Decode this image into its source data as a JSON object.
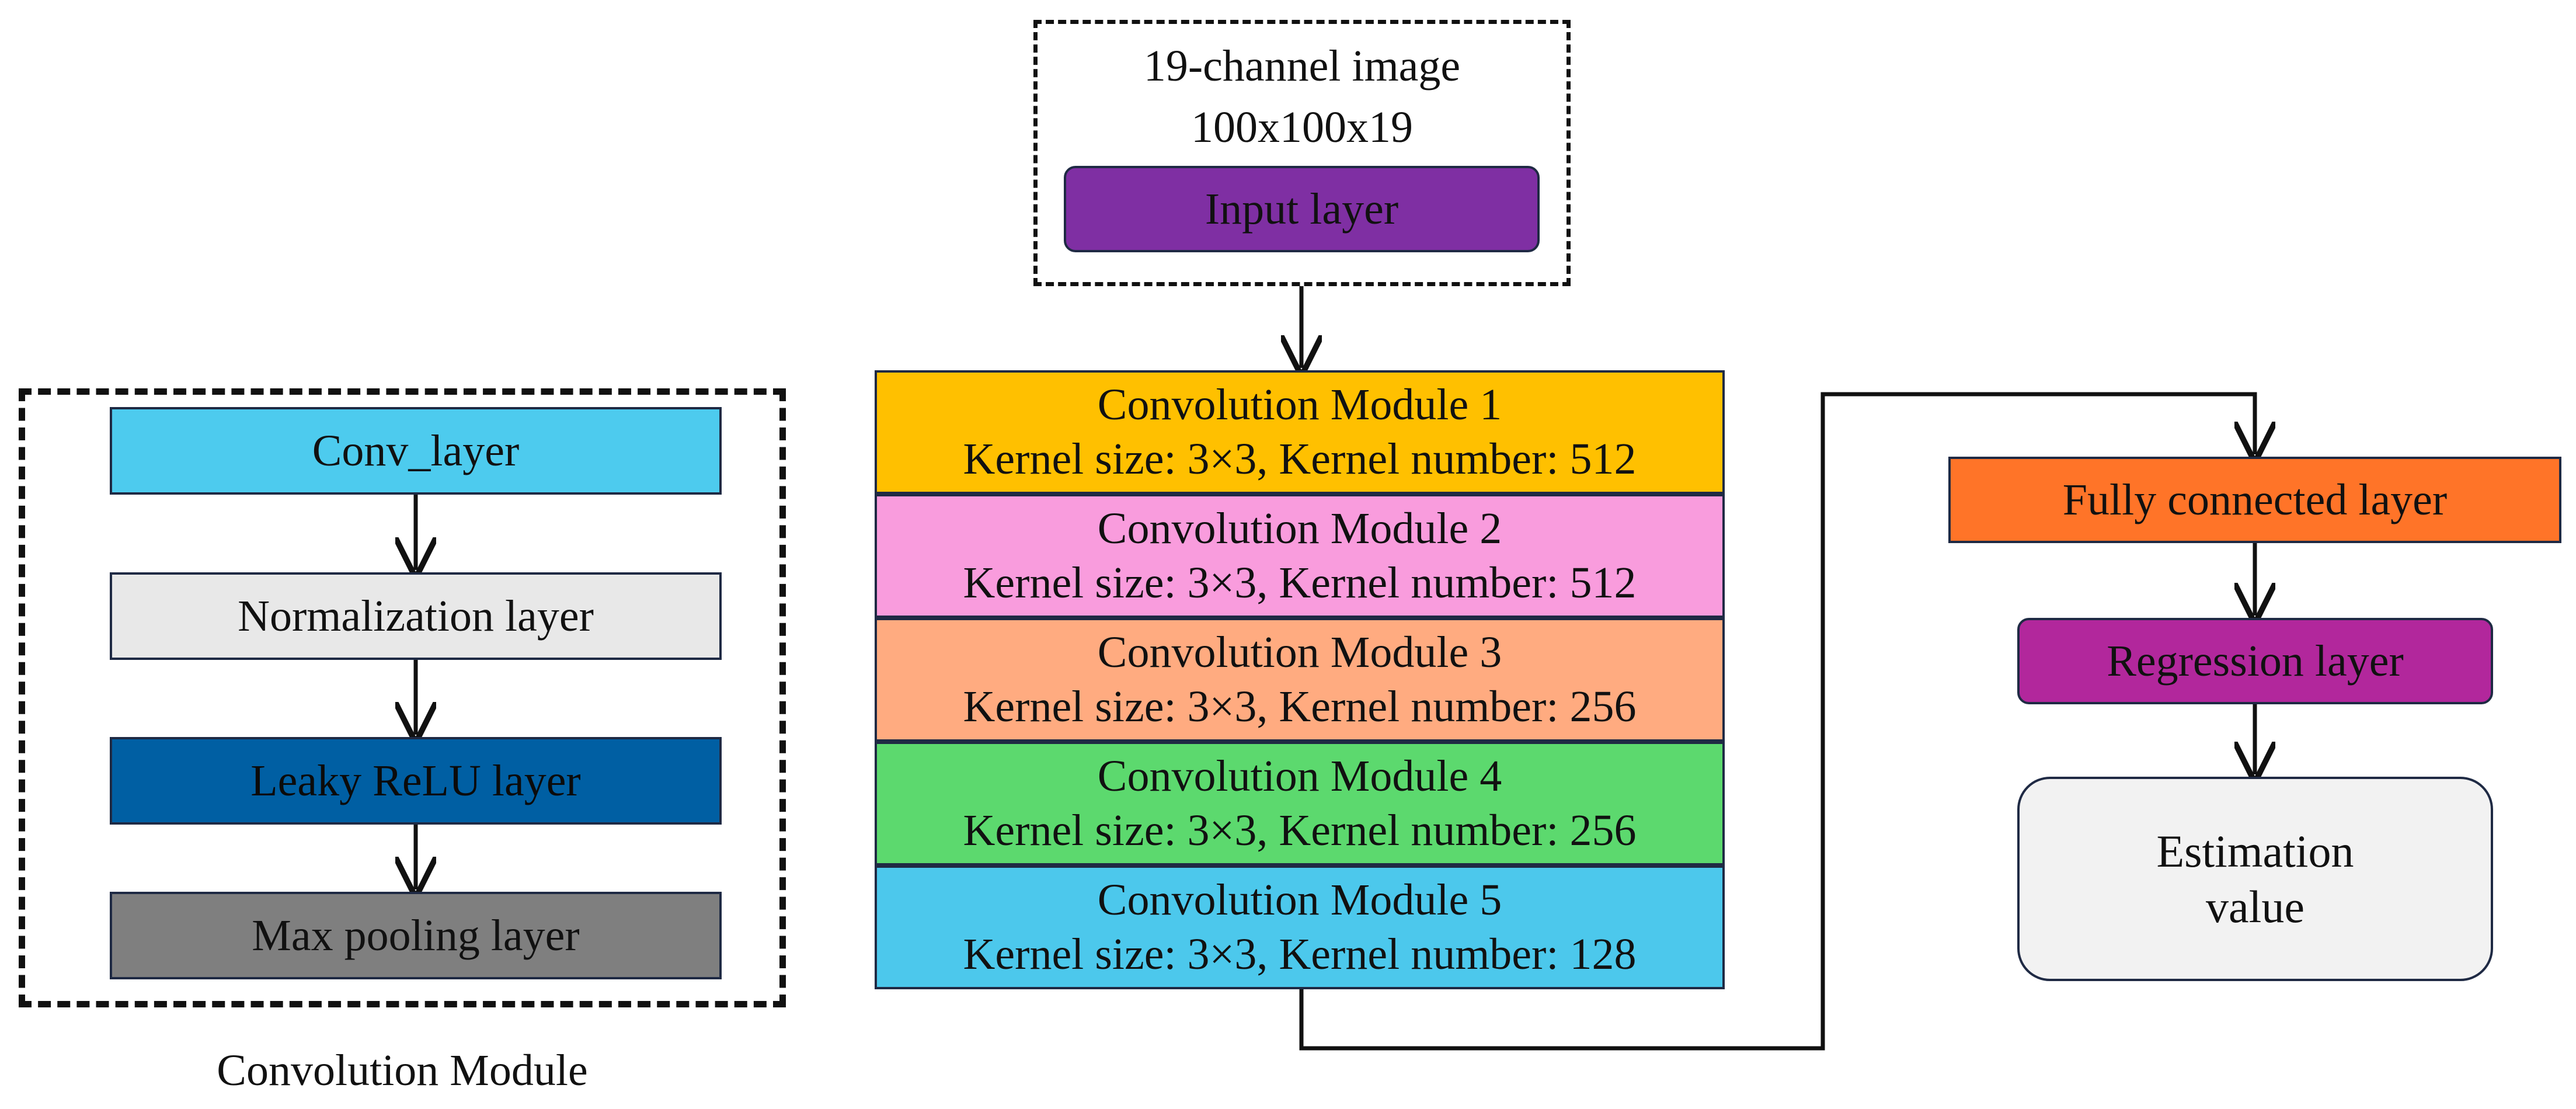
{
  "input": {
    "caption_line1": "19-channel image",
    "caption_line2": "100x100x19",
    "label": "Input layer"
  },
  "modules": [
    {
      "title": "Convolution Module 1",
      "detail": "Kernel size: 3×3, Kernel number: 512",
      "color": "#FFC000"
    },
    {
      "title": "Convolution Module 2",
      "detail": "Kernel size: 3×3, Kernel number: 512",
      "color": "#F99CDD"
    },
    {
      "title": "Convolution Module 3",
      "detail": "Kernel size: 3×3, Kernel number: 256",
      "color": "#FFAB80"
    },
    {
      "title": "Convolution Module 4",
      "detail": "Kernel size: 3×3, Kernel number: 256",
      "color": "#5CD96E"
    },
    {
      "title": "Convolution Module 5",
      "detail": "Kernel size: 3×3, Kernel number: 128",
      "color": "#4CC8EC"
    }
  ],
  "legend": {
    "caption": "Convolution Module",
    "layers": [
      {
        "label": "Conv_layer",
        "color": "#4DCBEE",
        "text_color": "#111111"
      },
      {
        "label": "Normalization layer",
        "color": "#E8E8E8",
        "text_color": "#111111"
      },
      {
        "label": "Leaky ReLU layer",
        "color": "#005FA3",
        "text_color": "#0b0b0b"
      },
      {
        "label": "Max pooling layer",
        "color": "#7F7F7F",
        "text_color": "#111111"
      }
    ]
  },
  "output": {
    "fully_connected": "Fully connected layer",
    "regression": "Regression layer",
    "estimation_line1": "Estimation",
    "estimation_line2": "value"
  },
  "colors": {
    "input_layer": "#7F2FA3",
    "fully_connected": "#FF7428",
    "regression": "#B2279C",
    "estimation": "#F2F2F2"
  }
}
